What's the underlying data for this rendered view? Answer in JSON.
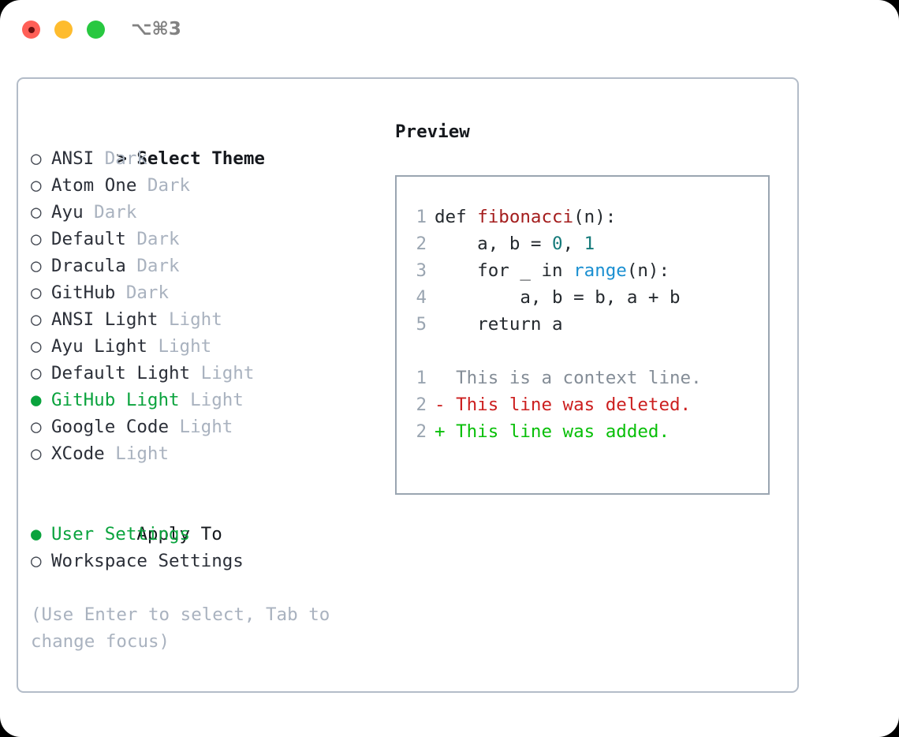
{
  "titlebar": {
    "shortcut": "⌥⌘3",
    "traffic_lights": [
      {
        "name": "close",
        "color": "#ff5f57"
      },
      {
        "name": "minimize",
        "color": "#febc2e"
      },
      {
        "name": "zoom",
        "color": "#28c840"
      }
    ]
  },
  "theme_selector": {
    "heading": "Select Theme",
    "heading_marker": ">",
    "marker_unselected": "○",
    "marker_selected": "●",
    "items": [
      {
        "name": "ANSI",
        "tag": "Dark",
        "selected": false
      },
      {
        "name": "Atom One",
        "tag": "Dark",
        "selected": false
      },
      {
        "name": "Ayu",
        "tag": "Dark",
        "selected": false
      },
      {
        "name": "Default",
        "tag": "Dark",
        "selected": false
      },
      {
        "name": "Dracula",
        "tag": "Dark",
        "selected": false
      },
      {
        "name": "GitHub",
        "tag": "Dark",
        "selected": false
      },
      {
        "name": "ANSI Light",
        "tag": "Light",
        "selected": false
      },
      {
        "name": "Ayu Light",
        "tag": "Light",
        "selected": false
      },
      {
        "name": "Default Light",
        "tag": "Light",
        "selected": false
      },
      {
        "name": "GitHub Light",
        "tag": "Light",
        "selected": true
      },
      {
        "name": "Google Code",
        "tag": "Light",
        "selected": false
      },
      {
        "name": "XCode",
        "tag": "Light",
        "selected": false
      }
    ]
  },
  "apply_to": {
    "heading": "Apply To",
    "items": [
      {
        "name": "User Settings",
        "selected": true
      },
      {
        "name": "Workspace Settings",
        "selected": false
      }
    ]
  },
  "hint": "(Use Enter to select, Tab to change focus)",
  "preview": {
    "title": "Preview",
    "code_lines": [
      {
        "lineno": "1",
        "tokens": [
          {
            "text": "def ",
            "type": "kw"
          },
          {
            "text": "fibonacci",
            "type": "fn"
          },
          {
            "text": "(n):",
            "type": "kw"
          }
        ]
      },
      {
        "lineno": "2",
        "tokens": [
          {
            "text": "    a, b = ",
            "type": "kw"
          },
          {
            "text": "0",
            "type": "num"
          },
          {
            "text": ", ",
            "type": "kw"
          },
          {
            "text": "1",
            "type": "num"
          }
        ]
      },
      {
        "lineno": "3",
        "tokens": [
          {
            "text": "    for _ in ",
            "type": "kw"
          },
          {
            "text": "range",
            "type": "builtin"
          },
          {
            "text": "(n):",
            "type": "kw"
          }
        ]
      },
      {
        "lineno": "4",
        "tokens": [
          {
            "text": "        a, b = b, a + b",
            "type": "kw"
          }
        ]
      },
      {
        "lineno": "5",
        "tokens": [
          {
            "text": "    return a",
            "type": "kw"
          }
        ]
      }
    ],
    "diff_lines": [
      {
        "lineno": "1",
        "marker": " ",
        "text": "  This is a context line.",
        "type": "ctx"
      },
      {
        "lineno": "2",
        "marker": "-",
        "text": "- This line was deleted.",
        "type": "del"
      },
      {
        "lineno": "2",
        "marker": "+",
        "text": "+ This line was added.",
        "type": "add"
      }
    ]
  },
  "colors": {
    "accent_green": "#0aa33d",
    "diff_add": "#08bf08",
    "diff_delete": "#cc1f1f",
    "muted": "#a9b2bf",
    "border": "#b3bcc8",
    "preview_border": "#9aa5b1",
    "keyword": "#24292e",
    "function": "#a41d1d",
    "number": "#157a7a",
    "builtin": "#1a8fd1"
  }
}
